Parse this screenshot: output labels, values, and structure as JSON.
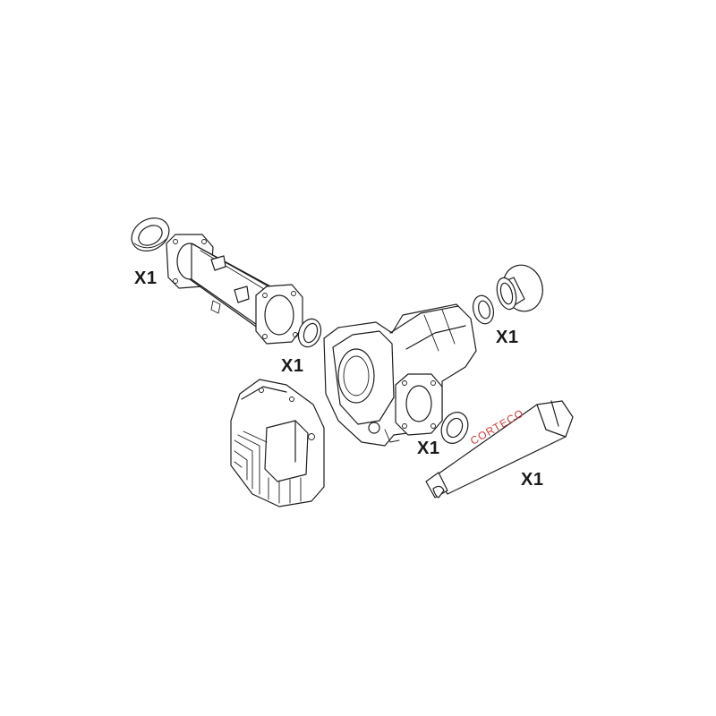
{
  "diagram": {
    "quantity_labels": {
      "seal_left": "X1",
      "seal_mid": "X1",
      "seal_right": "X1",
      "seal_small": "X1",
      "sealant_tube": "X1"
    },
    "tube_brand": "CORTECO",
    "colors": {
      "line": "#1e1e1e",
      "brand_red": "#d23a3a",
      "background": "#ffffff"
    }
  }
}
